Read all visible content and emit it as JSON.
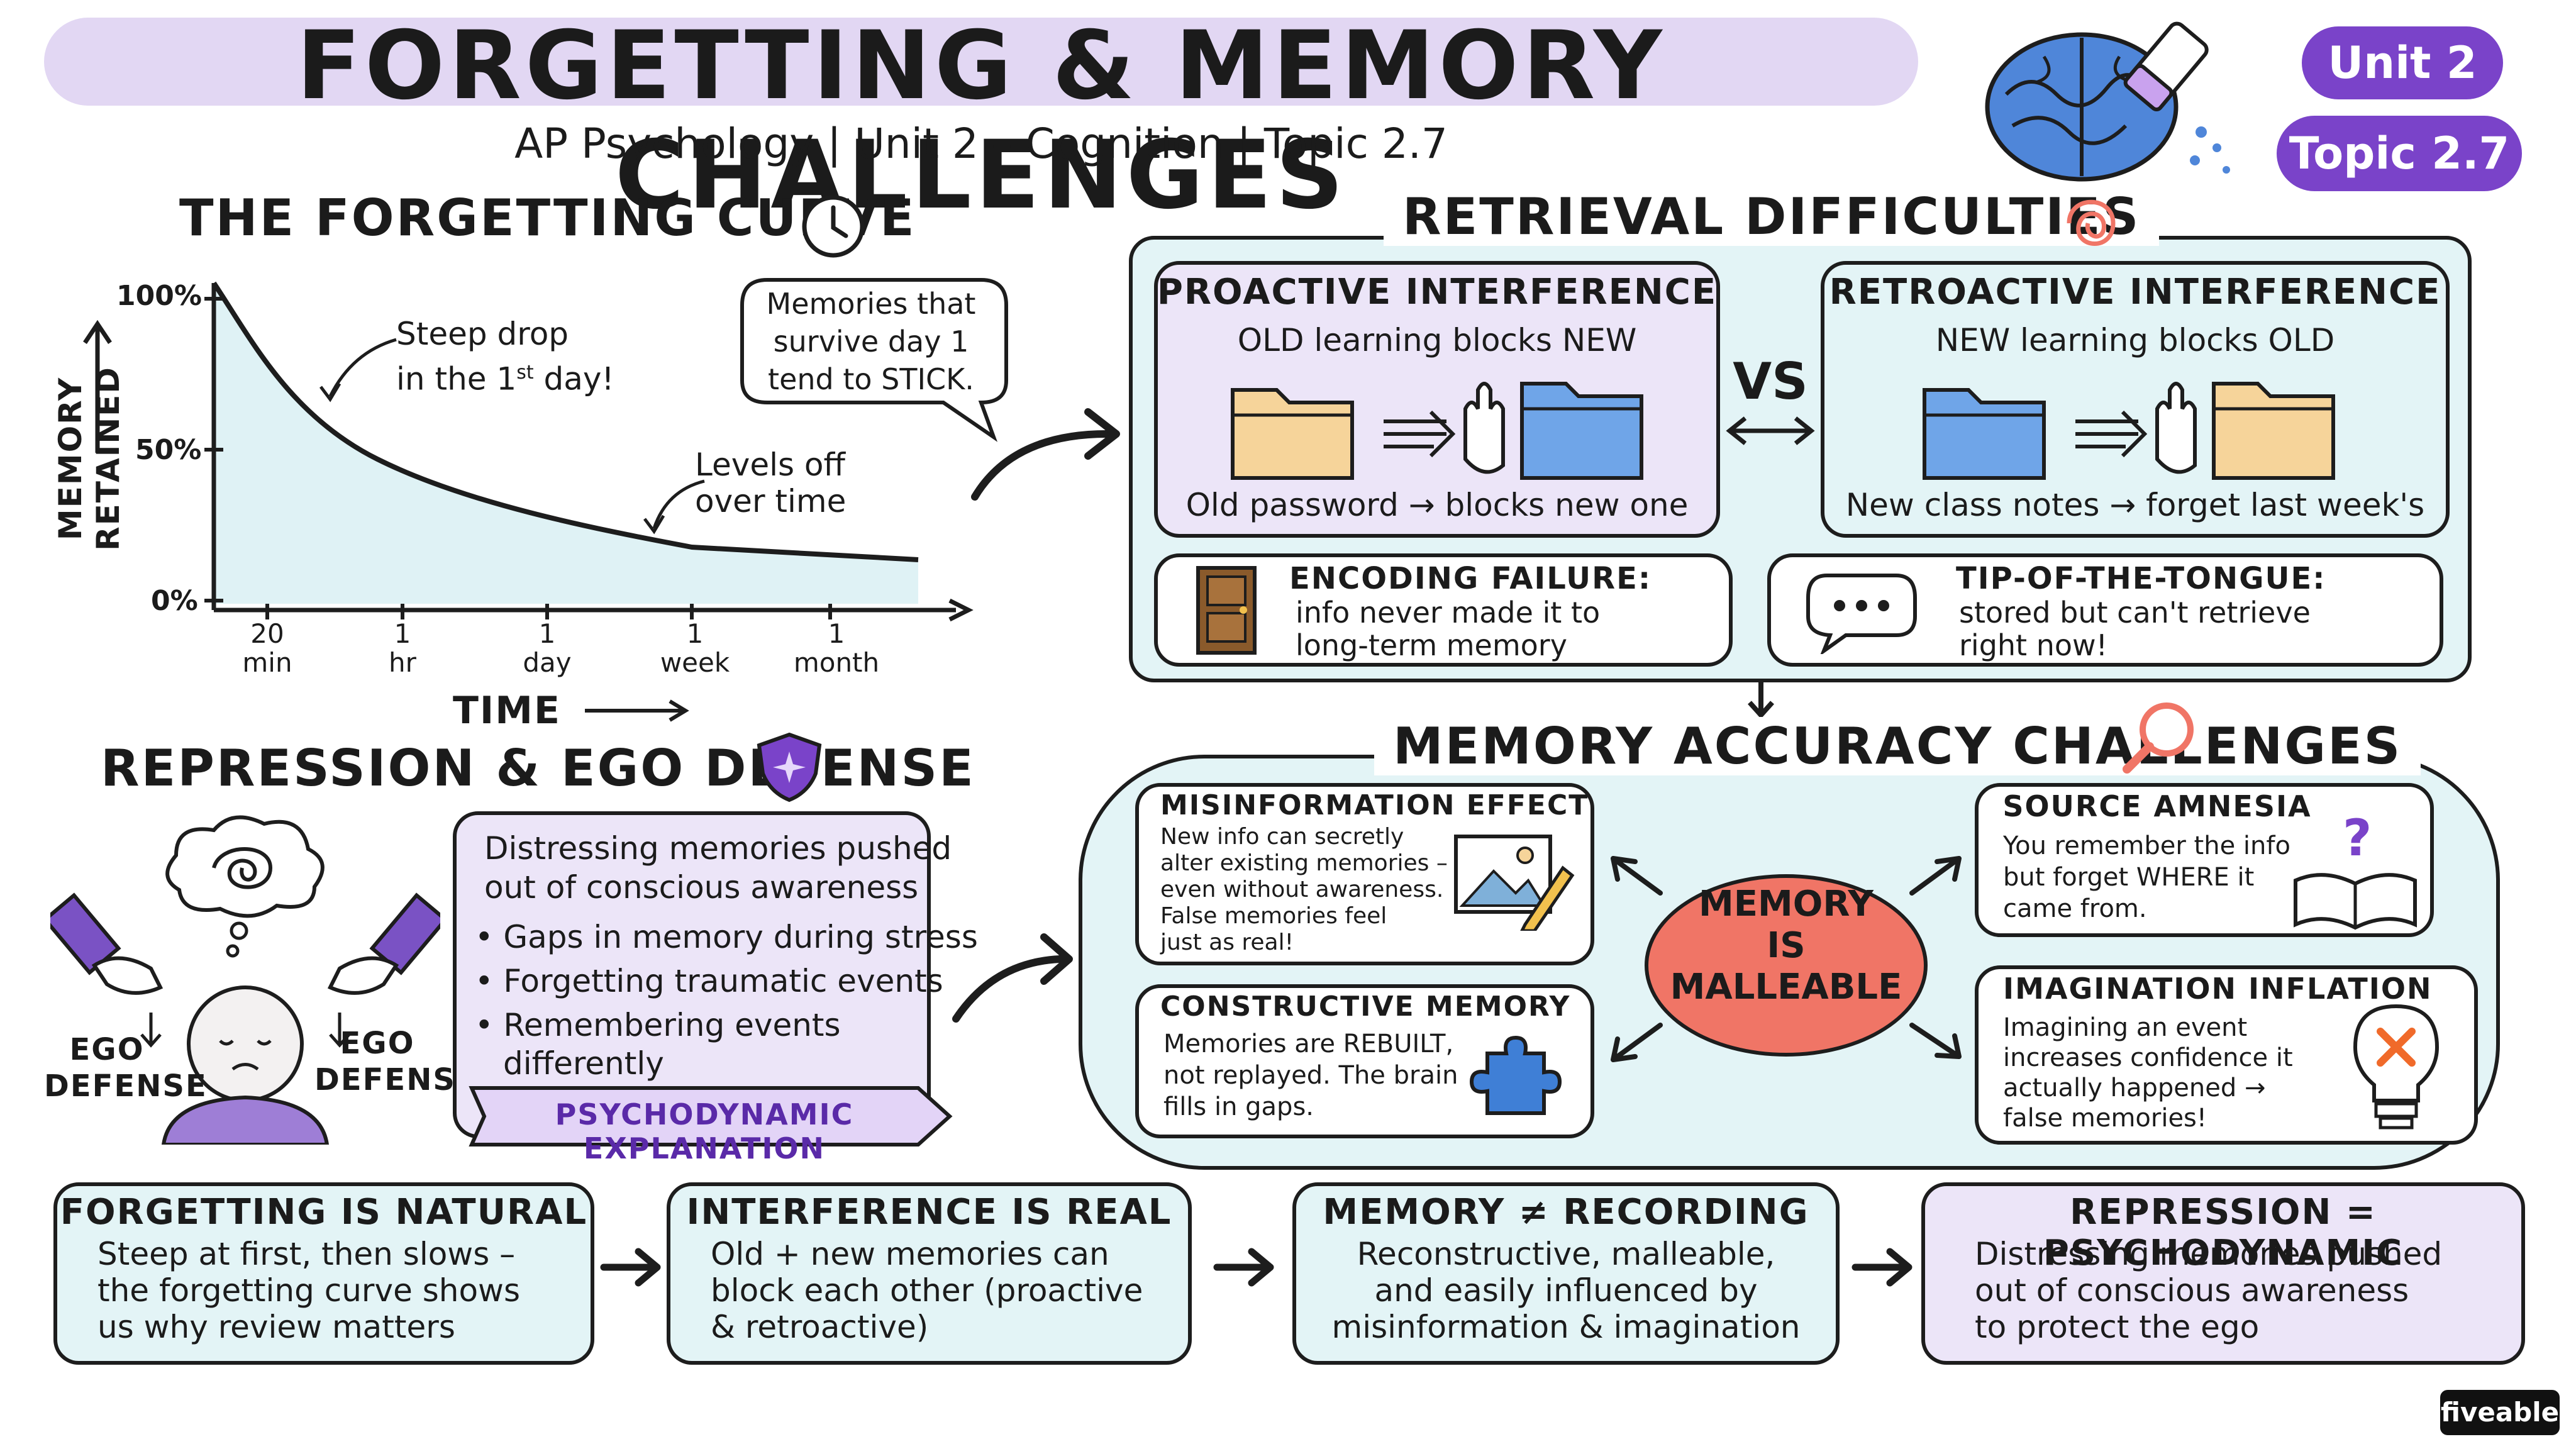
{
  "header": {
    "title": "FORGETTING & MEMORY CHALLENGES",
    "subtitle": "AP Psychology | Unit 2 – Cognition | Topic 2.7",
    "unit_pill": "Unit 2",
    "topic_pill": "Topic 2.7"
  },
  "forgetting_curve": {
    "title": "THE FORGETTING CURVE",
    "y_label_1": "MEMORY",
    "y_label_2": "RETAINED",
    "y_ticks": [
      "100%",
      "50%",
      "0%"
    ],
    "x_ticks": [
      {
        "top": "20",
        "bottom": "min"
      },
      {
        "top": "1",
        "bottom": "hr"
      },
      {
        "top": "1",
        "bottom": "day"
      },
      {
        "top": "1",
        "bottom": "week"
      },
      {
        "top": "1",
        "bottom": "month"
      }
    ],
    "x_label": "TIME",
    "annotation_drop_1": "Steep drop",
    "annotation_drop_2": "in the 1",
    "annotation_drop_sup": "st",
    "annotation_drop_3": " day!",
    "annotation_level_1": "Levels off",
    "annotation_level_2": "over time",
    "bubble_1": "Memories that",
    "bubble_2": "survive day 1",
    "bubble_3": "tend to STICK."
  },
  "retrieval": {
    "title": "RETRIEVAL DIFFICULTIES",
    "proactive": {
      "heading": "PROACTIVE INTERFERENCE",
      "subheading": "OLD learning blocks NEW",
      "example": "Old password → blocks new one"
    },
    "vs": "VS",
    "retroactive": {
      "heading": "RETROACTIVE INTERFERENCE",
      "subheading": "NEW learning blocks OLD",
      "example": "New class notes → forget last week's"
    },
    "encoding": {
      "heading": "ENCODING FAILURE:",
      "line1": "info never made it to",
      "line2": "long-term memory"
    },
    "tot": {
      "heading": "TIP-OF-THE-TONGUE:",
      "line1": "stored but can't retrieve",
      "line2": "right now!"
    }
  },
  "repression": {
    "title": "REPRESSION & EGO DEFENSE",
    "ego_left_1": "EGO",
    "ego_left_2": "DEFENSE",
    "ego_right_1": "EGO",
    "ego_right_2": "DEFENSE",
    "intro_1": "Distressing memories pushed",
    "intro_2": "out of conscious awareness",
    "bullets": [
      "Gaps in memory during stress",
      "Forgetting traumatic events",
      "Remembering events"
    ],
    "bullet_cont": "differently",
    "banner": "PSYCHODYNAMIC EXPLANATION"
  },
  "accuracy": {
    "title": "MEMORY ACCURACY CHALLENGES",
    "center_1": "MEMORY",
    "center_2": "IS",
    "center_3": "MALLEABLE",
    "misinfo": {
      "heading": "MISINFORMATION EFFECT",
      "lines": [
        "New info can secretly",
        "alter existing memories –",
        "even without awareness.",
        "False memories feel",
        "just as real!"
      ]
    },
    "constructive": {
      "heading": "CONSTRUCTIVE MEMORY",
      "lines": [
        "Memories are REBUILT,",
        "not replayed. The brain",
        "fills in gaps."
      ]
    },
    "source": {
      "heading": "SOURCE AMNESIA",
      "lines": [
        "You remember the info",
        "but forget WHERE it",
        "came from."
      ]
    },
    "imagination": {
      "heading": "IMAGINATION INFLATION",
      "lines": [
        "Imagining an event",
        "increases confidence it",
        "actually happened →",
        "false memories!"
      ]
    }
  },
  "summary": [
    {
      "heading": "FORGETTING IS NATURAL",
      "lines": [
        "Steep at first, then slows –",
        "the forgetting curve shows",
        "us why review matters"
      ]
    },
    {
      "heading": "INTERFERENCE IS REAL",
      "lines": [
        "Old + new memories can",
        "block each other (proactive",
        "& retroactive)"
      ]
    },
    {
      "heading": "MEMORY ≠ RECORDING",
      "lines": [
        "Reconstructive, malleable,",
        "and easily influenced by",
        "misinformation & imagination"
      ]
    },
    {
      "heading": "REPRESSION = PSYCHODYNAMIC",
      "lines": [
        "Distressing memories pushed",
        "out of conscious awareness",
        "to protect the ego"
      ]
    }
  ],
  "brand": "fiveable",
  "colors": {
    "lavender": "#ece5f8",
    "light_blue": "#e3f4f6",
    "purple": "#7a43c9",
    "coral": "#f07566",
    "folder_tan": "#f6d49a",
    "folder_blue": "#6fa5e8",
    "brain_blue": "#4f86d9"
  }
}
